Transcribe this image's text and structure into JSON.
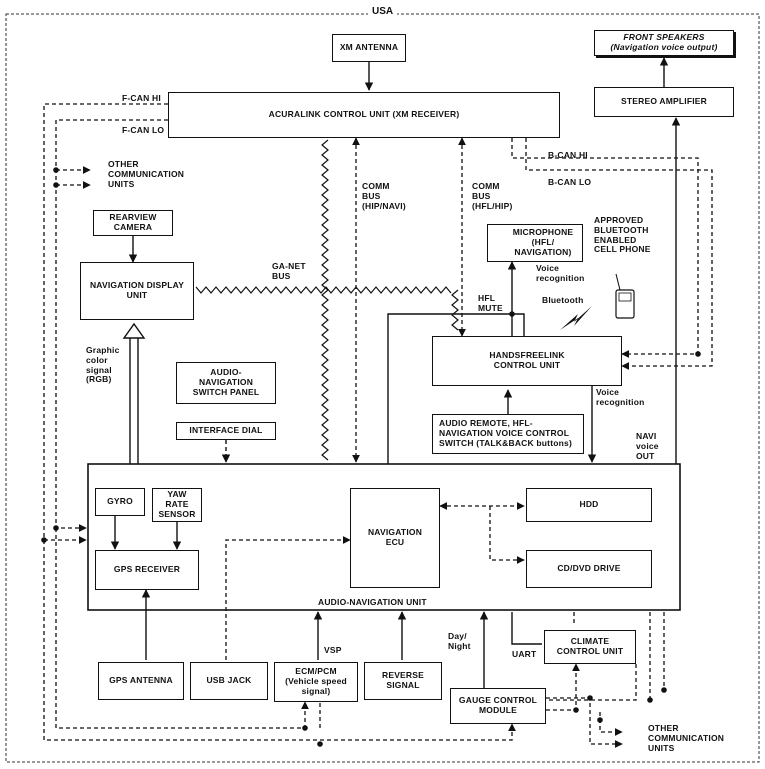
{
  "title": "USA",
  "boxes": {
    "xm_antenna": "XM ANTENNA",
    "acuralink": "ACURALINK CONTROL UNIT (XM RECEIVER)",
    "front_speakers": "FRONT SPEAKERS\n(Navigation voice output)",
    "stereo_amp": "STEREO AMPLIFIER",
    "rearview_camera": "REARVIEW\nCAMERA",
    "nav_display": "NAVIGATION DISPLAY\nUNIT",
    "microphone": "MICROPHONE\n(HFL/\nNAVIGATION)",
    "handsfreelink": "HANDSFREELINK\nCONTROL UNIT",
    "audio_nav_panel": "AUDIO-\nNAVIGATION\nSWITCH PANEL",
    "interface_dial": "INTERFACE DIAL",
    "audio_remote": "AUDIO REMOTE, HFL-\nNAVIGATION VOICE CONTROL\nSWITCH (TALK&BACK buttons)",
    "gyro": "GYRO",
    "yaw": "YAW\nRATE\nSENSOR",
    "gps_receiver": "GPS RECEIVER",
    "nav_ecu": "NAVIGATION\nECU",
    "hdd": "HDD",
    "cd_dvd": "CD/DVD DRIVE",
    "gps_antenna": "GPS ANTENNA",
    "usb_jack": "USB JACK",
    "ecm_pcm": "ECM/PCM\n(Vehicle speed\nsignal)",
    "reverse_signal": "REVERSE\nSIGNAL",
    "gauge_control": "GAUGE CONTROL\nMODULE",
    "climate_control": "CLIMATE\nCONTROL UNIT"
  },
  "labels": {
    "audio_nav_unit": "AUDIO-NAVIGATION UNIT",
    "fcan_hi": "F-CAN HI",
    "fcan_lo": "F-CAN LO",
    "bcan_hi": "B-CAN HI",
    "bcan_lo": "B-CAN LO",
    "other_comm_top": "OTHER\nCOMMUNICATION\nUNITS",
    "other_comm_bottom": "OTHER\nCOMMUNICATION\nUNITS",
    "comm_bus_navi": "COMM\nBUS\n(HIP/NAVI)",
    "comm_bus_hfl": "COMM\nBUS\n(HFL/HIP)",
    "ganet_bus": "GA-NET\nBUS",
    "approved_bt": "APPROVED\nBLUETOOTH\nENABLED\nCELL PHONE",
    "voice_rec_1": "Voice\nrecognition",
    "voice_rec_2": "Voice\nrecognition",
    "bluetooth": "Bluetooth",
    "hfl_mute": "HFL\nMUTE",
    "graphic": "Graphic\ncolor\nsignal\n(RGB)",
    "navi_voice": "NAVI\nvoice\nOUT",
    "vsp": "VSP",
    "day_night": "Day/\nNight",
    "uart": "UART"
  }
}
